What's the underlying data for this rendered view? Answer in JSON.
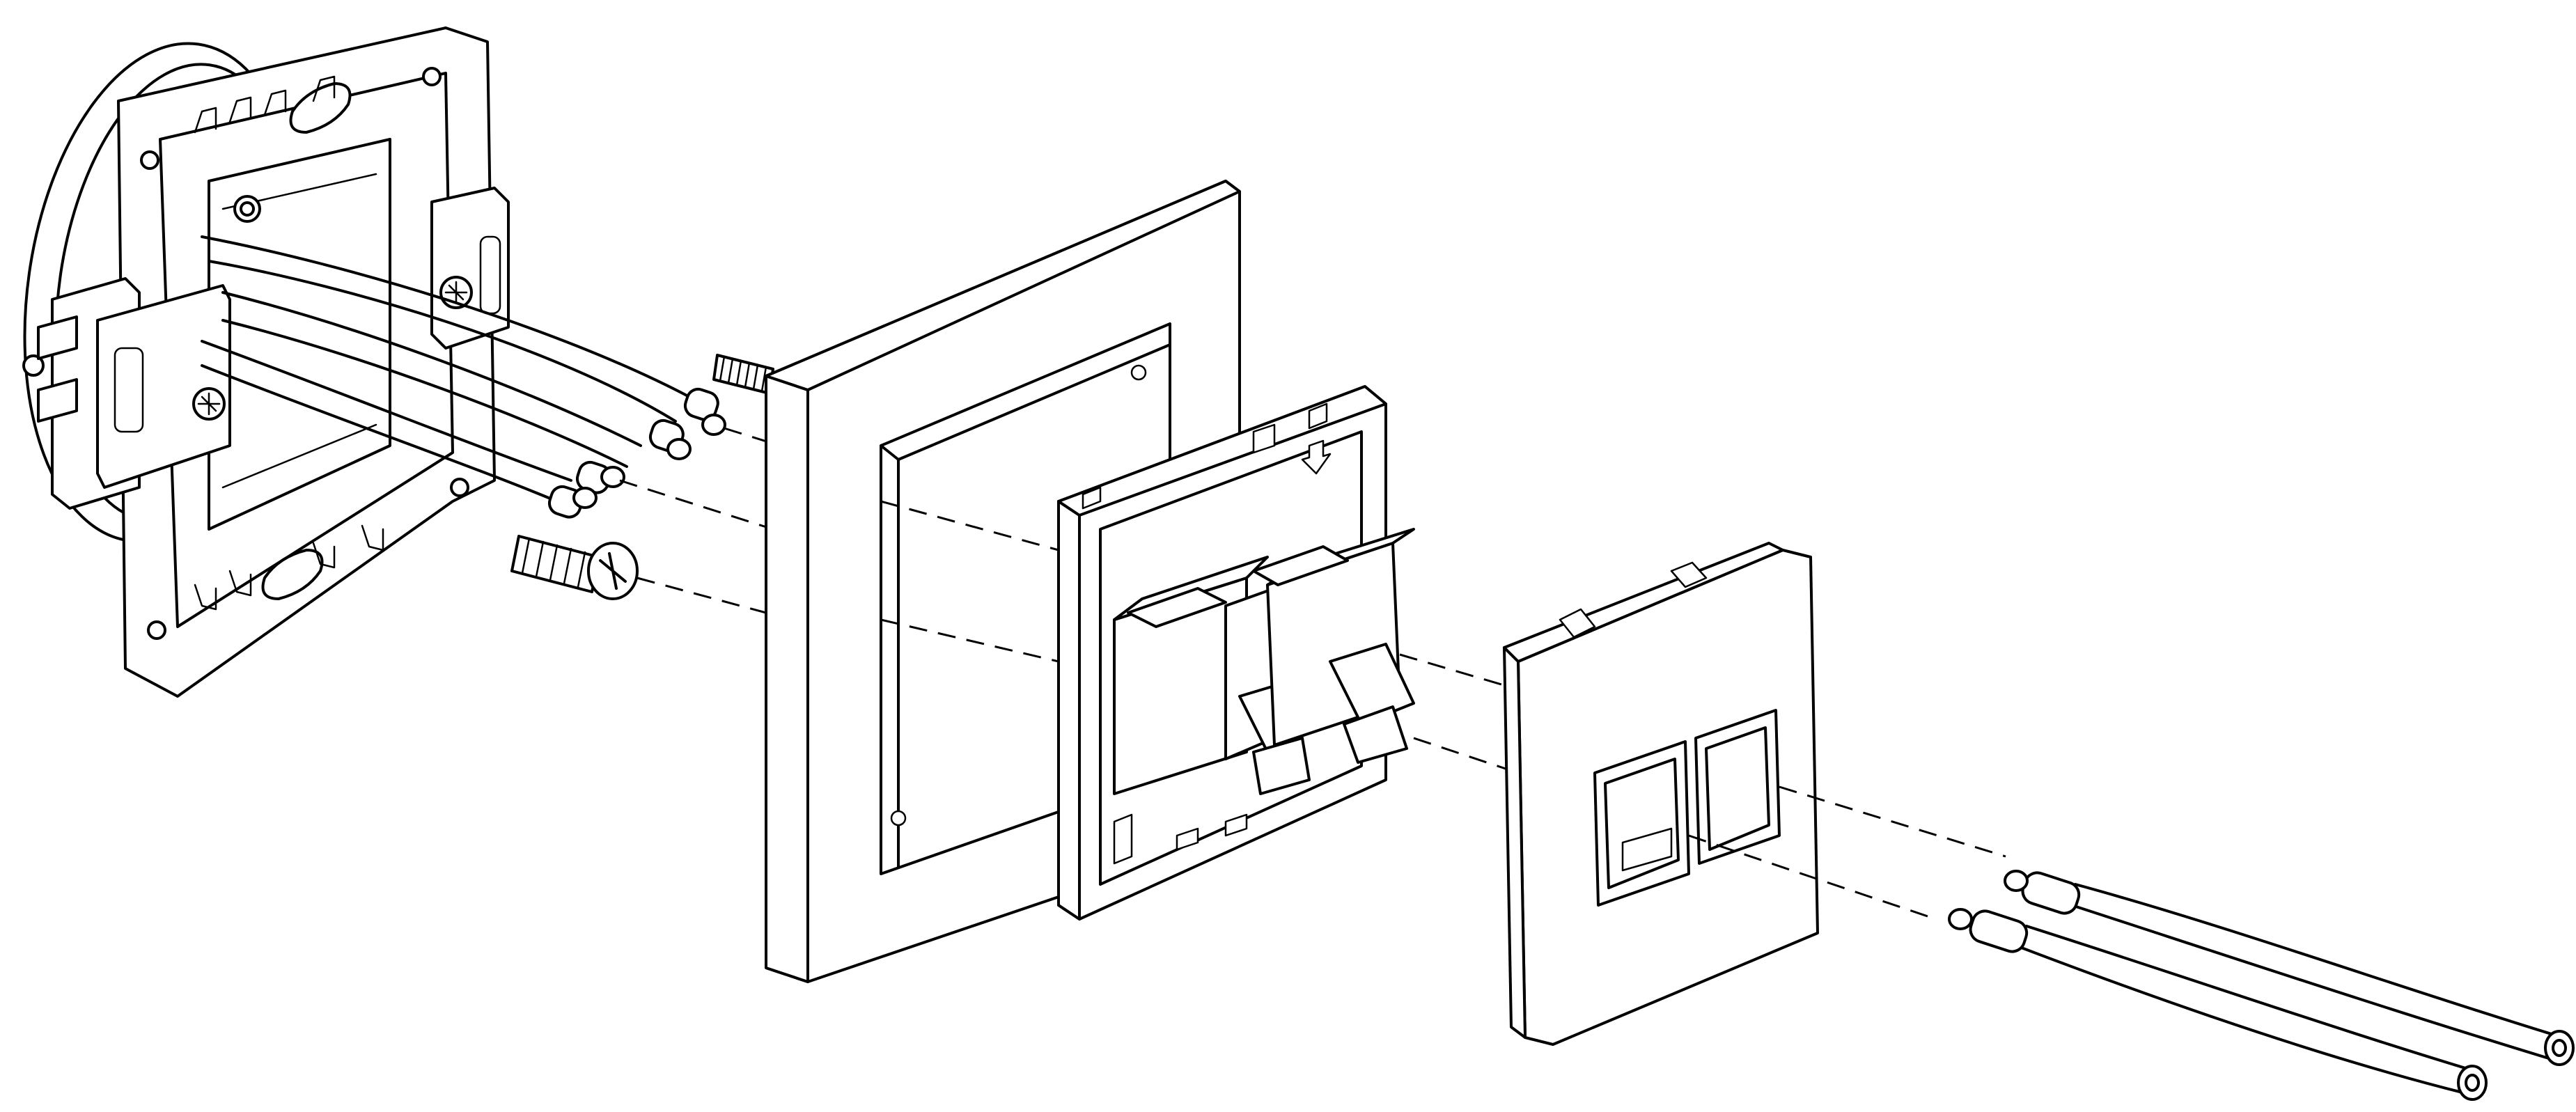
{
  "figure": {
    "kind": "exploded-assembly-line-drawing",
    "colors": {
      "line": "#000000",
      "background": "#ffffff"
    },
    "parts": [
      "mounting-box-with-frame",
      "cable-bundle-rear",
      "fixing-screw-long",
      "fixing-screw-short",
      "cover-frame",
      "double-socket-insert",
      "cover-plate",
      "cable-bundle-front"
    ],
    "icons": [
      "screwdriver-slot-icon",
      "arrow-down-icon"
    ]
  }
}
